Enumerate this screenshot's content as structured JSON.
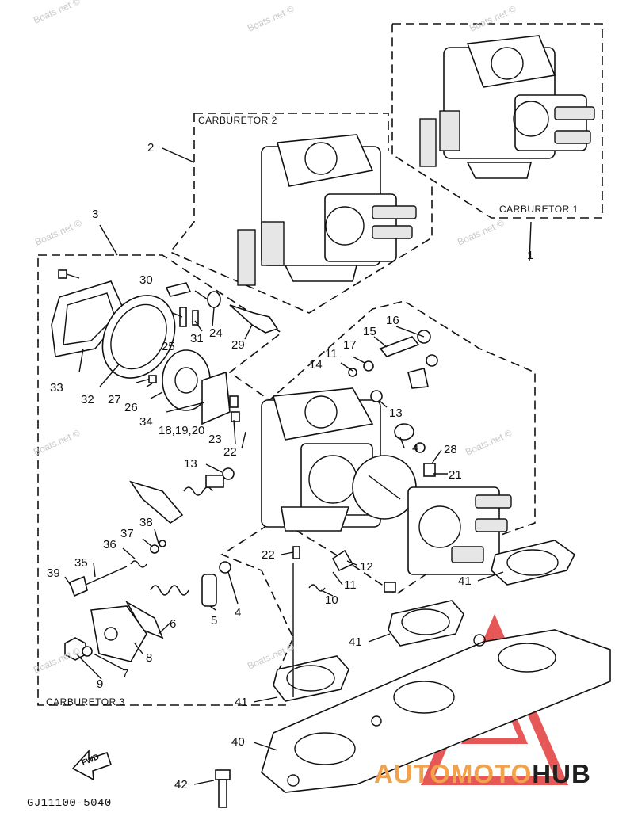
{
  "sections": {
    "carb1": "CARBURETOR 1",
    "carb2": "CARBURETOR 2",
    "carb3": "CARBURETOR 3"
  },
  "labels": {
    "p2": "2",
    "p3": "3",
    "p4a": "4",
    "p4b": "4",
    "p5": "5",
    "p6": "6",
    "p7": "7",
    "p8": "8",
    "p9": "9",
    "p10": "10",
    "p11a": "11",
    "p11b": "11",
    "p12": "12",
    "p13a": "13",
    "p13b": "13",
    "p14": "14",
    "p15": "15",
    "p16": "16",
    "p17": "17",
    "p18": "18,19,20",
    "p21": "21",
    "p22a": "22",
    "p22b": "22",
    "p23": "23",
    "p24": "24",
    "p25": "25",
    "p26": "26",
    "p27": "27",
    "p28": "28",
    "p29": "29",
    "p30": "30",
    "p31": "31",
    "p32": "32",
    "p33": "33",
    "p34": "34",
    "p35": "35",
    "p36": "36",
    "p37": "37",
    "p38": "38",
    "p39": "39",
    "p40": "40",
    "p41a": "41",
    "p41b": "41",
    "p41c": "41",
    "p42": "42",
    "p1": "1"
  },
  "watermark": "Boats.net ©",
  "fwd": "FWD",
  "diagram_code": "GJ11100-5040",
  "brand": {
    "part1": "AUTOMOTO",
    "part2": "HUB",
    "color1": "#f2a24a",
    "color2": "#1f1f1f",
    "triangle_color": "#e23a3a"
  }
}
